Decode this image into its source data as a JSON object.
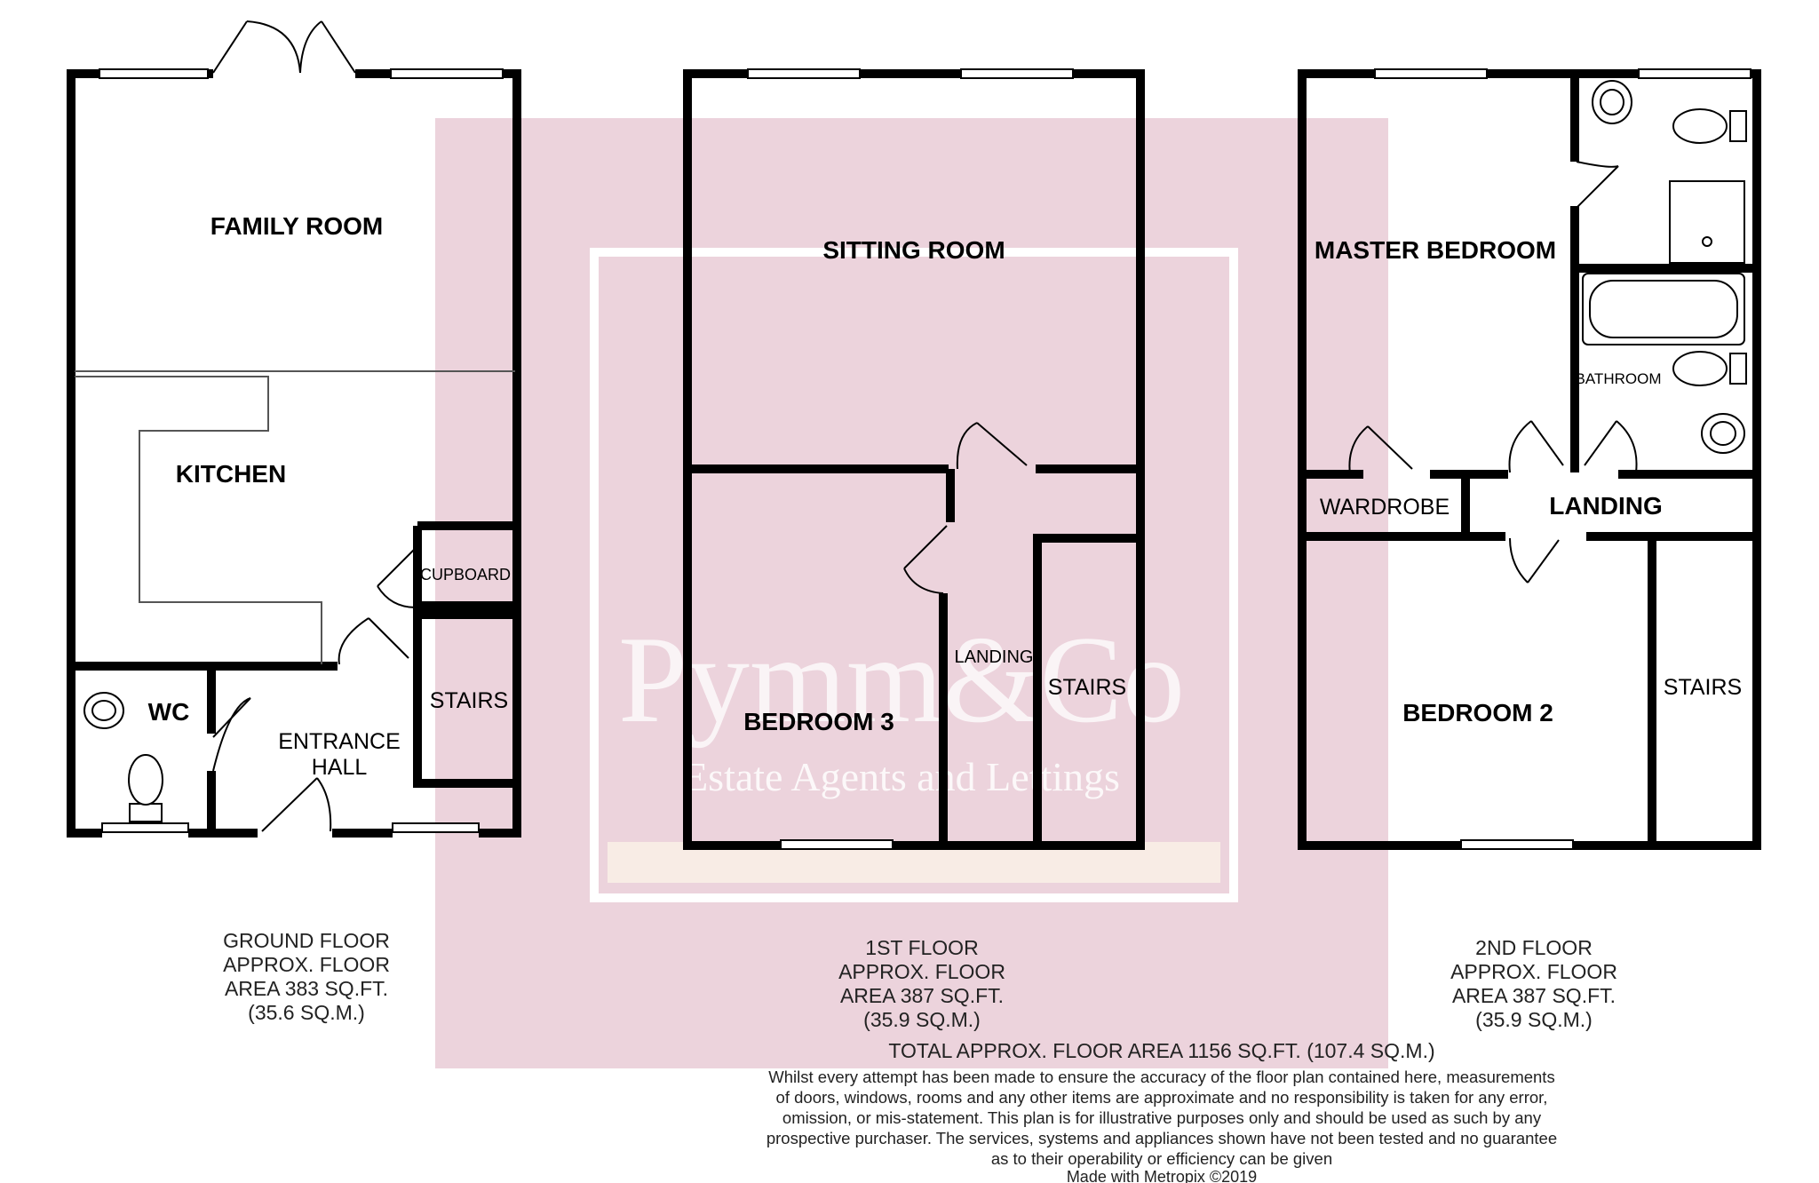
{
  "watermark": {
    "brand": "Pymm&Co",
    "tagline": "Estate Agents and Lettings"
  },
  "ground_floor": {
    "rooms": {
      "family_room": "FAMILY ROOM",
      "kitchen": "KITCHEN",
      "cupboard": "CUPBOARD",
      "stairs": "STAIRS",
      "wc": "WC",
      "entrance_hall_1": "ENTRANCE",
      "entrance_hall_2": "HALL"
    },
    "caption": [
      "GROUND FLOOR",
      "APPROX. FLOOR",
      "AREA 383 SQ.FT.",
      "(35.6 SQ.M.)"
    ]
  },
  "first_floor": {
    "rooms": {
      "sitting_room": "SITTING ROOM",
      "bedroom_3": "BEDROOM 3",
      "landing": "LANDING",
      "stairs": "STAIRS"
    },
    "caption": [
      "1ST FLOOR",
      "APPROX. FLOOR",
      "AREA 387 SQ.FT.",
      "(35.9 SQ.M.)"
    ]
  },
  "second_floor": {
    "rooms": {
      "master_bedroom": "MASTER BEDROOM",
      "bathroom": "BATHROOM",
      "wardrobe": "WARDROBE",
      "landing": "LANDING",
      "bedroom_2": "BEDROOM 2",
      "stairs": "STAIRS"
    },
    "caption": [
      "2ND FLOOR",
      "APPROX. FLOOR",
      "AREA 387 SQ.FT.",
      "(35.9 SQ.M.)"
    ]
  },
  "total_area": "TOTAL APPROX. FLOOR AREA 1156 SQ.FT. (107.4 SQ.M.)",
  "disclaimer": [
    "Whilst every attempt has been made to ensure the accuracy of the floor plan contained here, measurements",
    "of doors, windows, rooms and any other items are approximate and no responsibility is taken for any error,",
    "omission, or mis-statement. This plan is for illustrative purposes only and should be used as such by any",
    "prospective purchaser. The services, systems and appliances shown have not been tested and no guarantee",
    "as to their operability or efficiency can be given"
  ],
  "credit": "Made with Metropix ©2019",
  "colors": {
    "wall": "#000000",
    "watermark_panel": "#ecd3dc",
    "watermark_band": "#f8ece5"
  }
}
